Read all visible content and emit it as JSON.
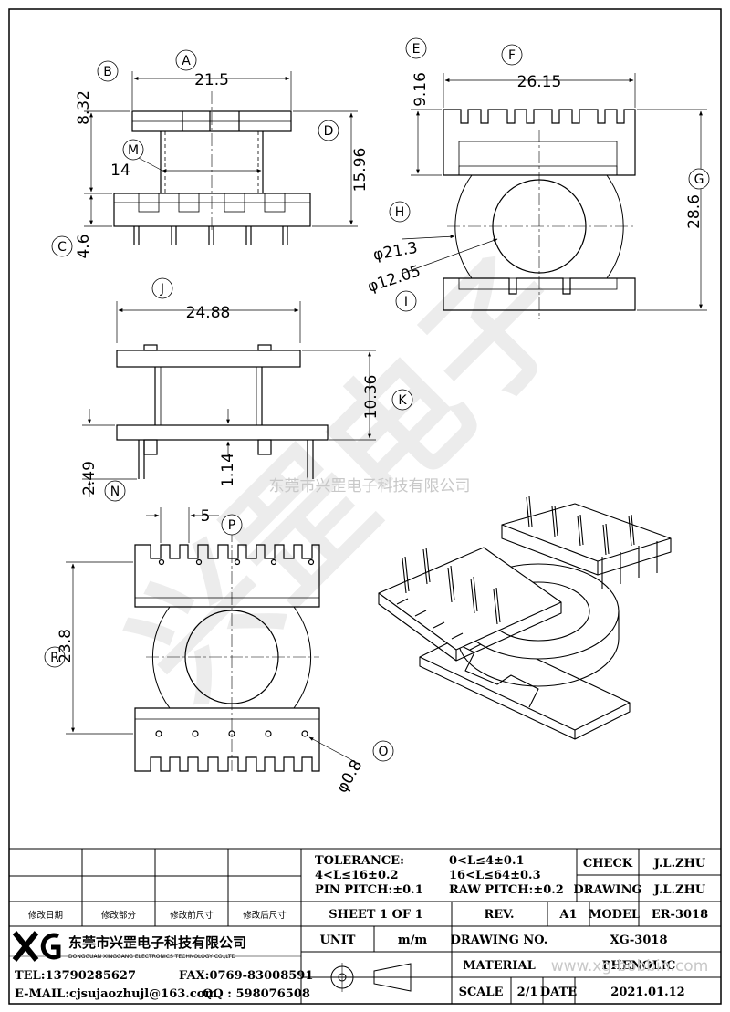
{
  "callouts": {
    "A": "A",
    "B": "B",
    "C": "C",
    "D": "D",
    "E": "E",
    "F": "F",
    "G": "G",
    "H": "H",
    "I": "I",
    "J": "J",
    "K": "K",
    "M": "M",
    "N": "N",
    "O": "O",
    "P": "P",
    "R": "R"
  },
  "dims": {
    "a": "21.5",
    "b": "8.32",
    "c": "4.6",
    "d": "15.96",
    "m": "14",
    "e": "9.16",
    "f": "26.15",
    "g": "28.6",
    "h": "φ21.3",
    "i": "φ12.05",
    "j": "24.88",
    "k": "10.36",
    "n": "2.49",
    "n2": "1.14",
    "p": "5",
    "r": "23.8",
    "o": "φ0.8"
  },
  "watermark": {
    "company_cn": "东莞市兴罡电子科技有限公司",
    "big": "兴罡电子",
    "site": "www.xg-bobbin.com"
  },
  "title_block": {
    "tolerance_label": "TOLERANCE:",
    "tol_1": "0<L≤4±0.1",
    "tol_2": "4<L≤16±0.2",
    "tol_3": "16<L≤64±0.3",
    "pin_pitch": "PIN PITCH:±0.1",
    "raw_pitch": "RAW PITCH:±0.2",
    "check_label": "CHECK",
    "check_value": "J.L.ZHU",
    "drawing_label": "DRAWING",
    "drawing_value": "J.L.ZHU",
    "rev_headers": [
      "修改日期",
      "修改部分",
      "修改前尺寸",
      "修改后尺寸"
    ],
    "sheet": "SHEET 1 OF 1",
    "rev_label": "REV.",
    "rev_value": "A1",
    "model_label": "MODEL",
    "model_value": "ER-3018",
    "unit_label": "UNIT",
    "unit_value": "m/m",
    "drawing_no_label": "DRAWING NO.",
    "drawing_no_value": "XG-3018",
    "material_label": "MATERIAL",
    "material_value": "PHENOLIC",
    "scale_label": "SCALE",
    "scale_value": "2/1",
    "date_label": "DATE",
    "date_value": "2021.01.12",
    "logo": "XG",
    "company_cn": "东莞市兴罡电子科技有限公司",
    "company_en": "DONGGUAN XINGGANG ELECTRONICS TECHNOLOGY CO.,LTD",
    "tel": "TEL:13790285627",
    "fax": "FAX:0769-83008591",
    "email": "E-MAIL:cjsujaozhujl@163.com",
    "qq": "QQ : 598076508"
  }
}
